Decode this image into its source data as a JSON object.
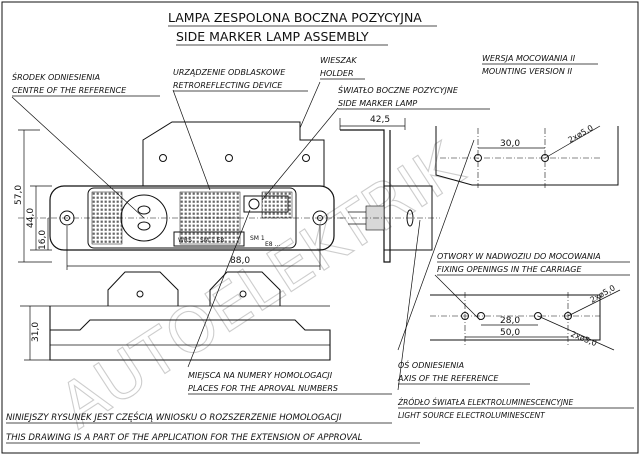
{
  "title": {
    "line1": "LAMPA ZESPOLONA BOCZNA POZYCYJNA",
    "line2": "SIDE MARKER LAMP ASSEMBLY"
  },
  "labels": {
    "centre_pl": "ŚRODEK ODNIESIENIA",
    "centre_en": "CENTRE OF THE REFERENCE",
    "retro_pl": "URZĄDZENIE ODBLASKOWE",
    "retro_en": "RETROREFLECTING DEVICE",
    "holder_pl": "WIESZAK",
    "holder_en": "HOLDER",
    "lamp_pl": "ŚWIATŁO BOCZNE POZYCYJNE",
    "lamp_en": "SIDE MARKER LAMP",
    "version_pl": "WERSJA MOCOWANIA II",
    "version_en": "MOUNTING VERSION II",
    "openings_pl": "OTWORY W NADWOZIU DO MOCOWANIA",
    "openings_en": "FIXING OPENINGS IN THE CARRIAGE",
    "homolog_pl": "MIEJSCA NA NUMERY HOMOLOGACJI",
    "homolog_en": "PLACES FOR THE APROVAL NUMBERS",
    "axis_pl": "OŚ ODNIESIENIA",
    "axis_en": "AXIS OF THE REFERENCE",
    "source_pl": "ŹRÓDŁO ŚWIATŁA ELEKTROLUMINESCENCYJNE",
    "source_en": "LIGHT SOURCE ELECTROLUMINESCENT"
  },
  "dimensions": {
    "d57": "57,0",
    "d44": "44,0",
    "d16": "16,0",
    "d88": "88,0",
    "d425": "42,5",
    "d30_top": "30,0",
    "d28": "28,0",
    "d50": "50,0",
    "d31": "31,0",
    "hole_top": "2xø5,0",
    "hole_mid": "2xø5,0",
    "hole_bot": "2xø5,0"
  },
  "marking": {
    "code1": "WRS",
    "code2": "SM 1 E8",
    "code3": "SM 1",
    "code4": "E8 ..."
  },
  "footer": {
    "note_pl": "NINIEJSZY RYSUNEK JEST CZĘŚCIĄ WNIOSKU O ROZSZERZENIE HOMOLOGACJI",
    "note_en": "THIS DRAWING IS A PART OF THE APPLICATION FOR THE EXTENSION OF APPROVAL"
  },
  "watermark": "AUTOELEKTRIK"
}
